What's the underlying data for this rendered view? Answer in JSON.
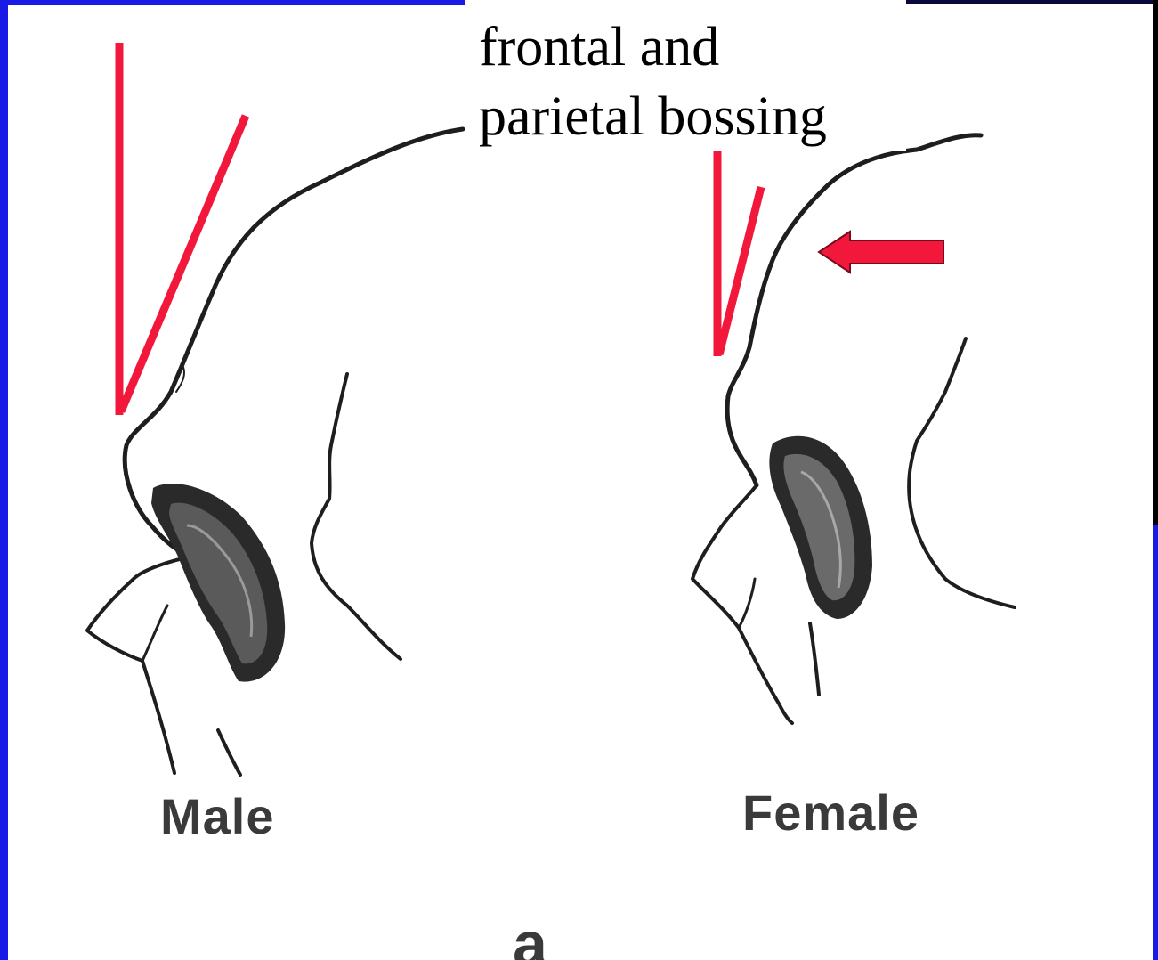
{
  "caption": {
    "line1": "frontal and",
    "line2": "parietal bossing"
  },
  "labels": {
    "male": "Male",
    "female": "Female",
    "panel": "a"
  },
  "colors": {
    "frame_blue": "#1a1ae6",
    "frame_dark": "#000000",
    "annotation_red": "#f2183c",
    "sketch": "#1e1e1e"
  },
  "icons": {
    "arrow": "left-arrow-icon"
  }
}
